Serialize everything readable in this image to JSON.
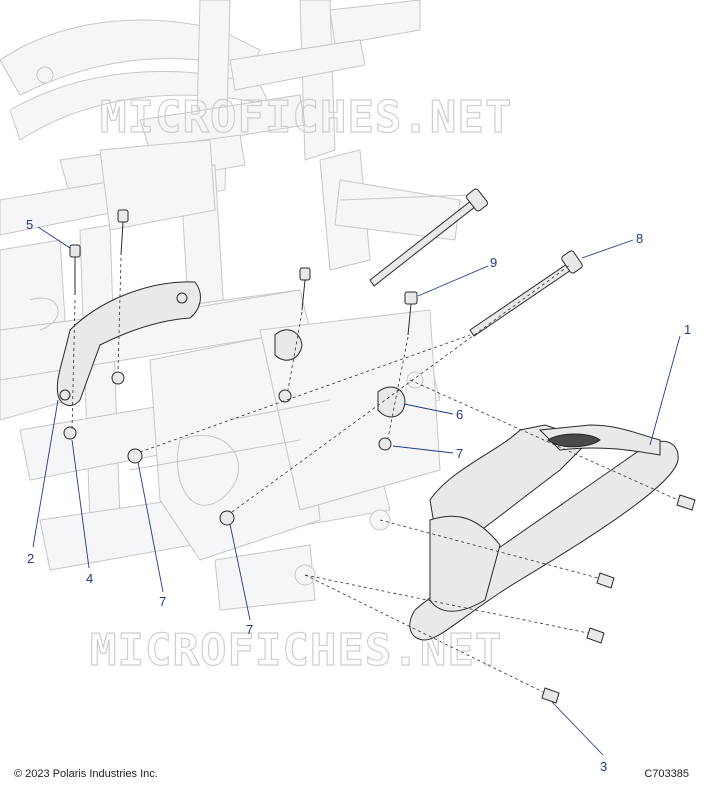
{
  "watermark": "MICROFICHES.NET",
  "footer": {
    "copyright": "© 2023 Polaris Industries Inc.",
    "figure_id": "C703385"
  },
  "callouts": [
    "1",
    "2",
    "3",
    "4",
    "5",
    "6",
    "7",
    "7",
    "7",
    "8",
    "9"
  ],
  "colors": {
    "callout": "#1f3c8a",
    "frame": "#c7c7cc",
    "part_outline": "#2a2a2a"
  }
}
